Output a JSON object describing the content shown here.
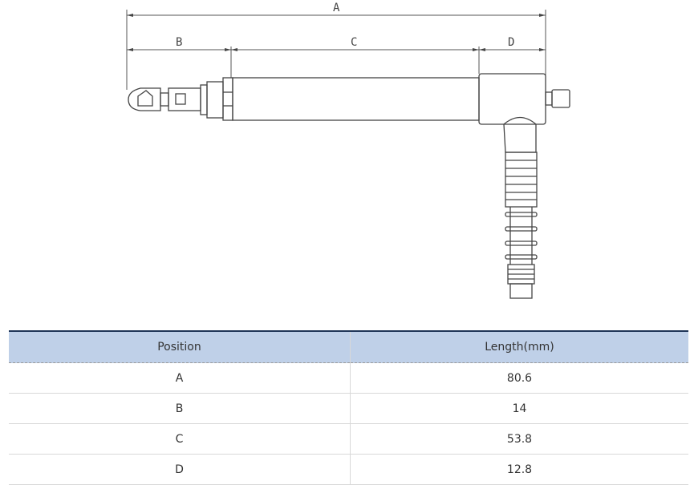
{
  "drawing": {
    "labels": {
      "a": "A",
      "b": "B",
      "c": "C",
      "d": "D"
    }
  },
  "table": {
    "headers": [
      "Position",
      "Length(mm)"
    ],
    "rows": [
      {
        "position": "A",
        "length": "80.6"
      },
      {
        "position": "B",
        "length": "14"
      },
      {
        "position": "C",
        "length": "53.8"
      },
      {
        "position": "D",
        "length": "12.8"
      }
    ]
  }
}
